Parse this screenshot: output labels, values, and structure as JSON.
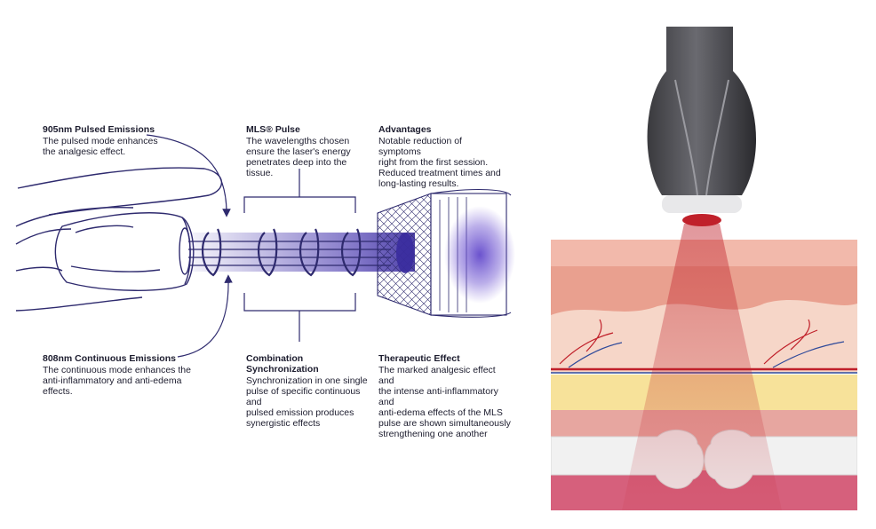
{
  "notes": {
    "pulsed": {
      "heading": "905nm Pulsed Emissions",
      "body": "The pulsed mode enhances\nthe analgesic effect."
    },
    "mls": {
      "heading": "MLS® Pulse",
      "body": "The wavelengths chosen\nensure the laser's energy\npenetrates deep into the tissue."
    },
    "advantages": {
      "heading": "Advantages",
      "body": "Notable reduction of symptoms\nright from the first session.\nReduced treatment times and\nlong-lasting results."
    },
    "continuous": {
      "heading": "808nm Continuous Emissions",
      "body": "The continuous mode enhances the\nanti-inflammatory and anti-edema effects."
    },
    "combination": {
      "heading": "Combination Synchronization",
      "body": "Synchronization in one single\npulse of specific continuous and\npulsed emission produces\nsynergistic effects"
    },
    "therapeutic": {
      "heading": "Therapeutic Effect",
      "body": "The marked analgesic effect and\nthe intense anti-inflammatory and\nanti-edema effects of the MLS\npulse are shown simultaneously\nstrengthening one another"
    }
  },
  "colors": {
    "line": "#2e2a6e",
    "beam": "#4b3bb0",
    "laser": "#c0202a",
    "skin": "#f2b9ab",
    "dermis": "#e9a08f",
    "fat": "#f7e29a",
    "muscle": "#d6607c",
    "bone": "#f1f1f1"
  }
}
